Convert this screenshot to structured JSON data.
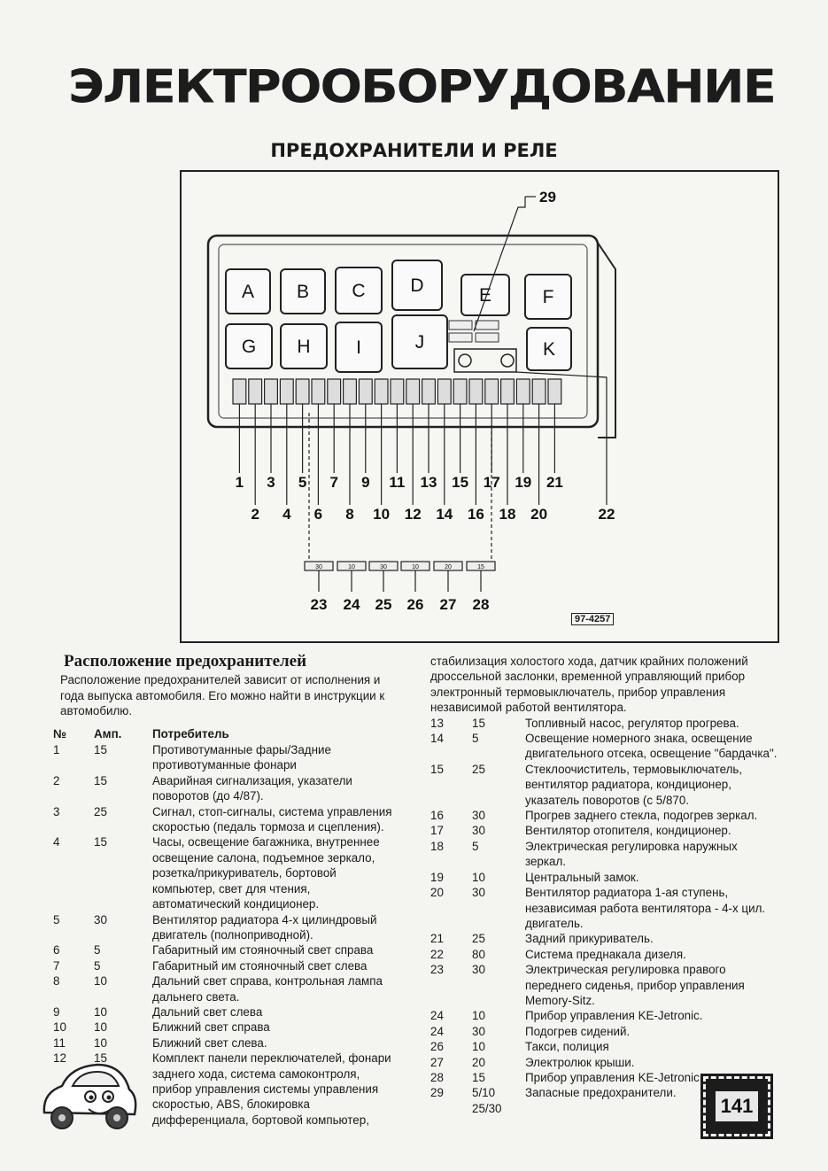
{
  "header": {
    "banner_title": "ЭЛЕКТРООБОРУДОВАНИЕ",
    "subtitle": "ПРЕДОХРАНИТЕЛИ И РЕЛЕ"
  },
  "figure": {
    "relay_letters": [
      "A",
      "B",
      "C",
      "D",
      "E",
      "F",
      "G",
      "H",
      "I",
      "J",
      "K"
    ],
    "callouts": [
      "1",
      "2",
      "3",
      "4",
      "5",
      "6",
      "7",
      "8",
      "9",
      "10",
      "11",
      "12",
      "13",
      "14",
      "15",
      "16",
      "17",
      "18",
      "19",
      "20",
      "21",
      "22",
      "23",
      "24",
      "25",
      "26",
      "27",
      "28",
      "29"
    ],
    "spare_fuse_labels": [
      "30",
      "10",
      "30",
      "10",
      "20",
      "15"
    ],
    "figure_code": "97-4257"
  },
  "section": {
    "title": "Расположение предохранителей",
    "intro": "Расположение предохранителей зависит от исполнения и года выпуска автомобиля. Его можно найти в инструкции к автомобилю.",
    "table_header": {
      "no": "№",
      "amp": "Амп.",
      "consumer": "Потребитель"
    }
  },
  "fuses_left": [
    {
      "no": "1",
      "amp": "15",
      "text": "Противотуманные фары/Задние противотуманные фонари"
    },
    {
      "no": "2",
      "amp": "15",
      "text": "Аварийная сигнализация, указатели поворотов (до 4/87)."
    },
    {
      "no": "3",
      "amp": "25",
      "text": "Сигнал, стоп-сигналы, система управления скоростью (педаль тормоза и сцепления)."
    },
    {
      "no": "4",
      "amp": "15",
      "text": "Часы, освещение багажника, внутреннее освещение салона, подъемное зеркало, розетка/прикуриватель, бортовой компьютер, свет для чтения, автоматический кондиционер."
    },
    {
      "no": "5",
      "amp": "30",
      "text": "Вентилятор радиатора 4-х цилиндровый двигатель (полноприводной)."
    },
    {
      "no": "6",
      "amp": "5",
      "text": "Габаритный им стояночный свет справа"
    },
    {
      "no": "7",
      "amp": "5",
      "text": "Габаритный им стояночный свет слева"
    },
    {
      "no": "8",
      "amp": "10",
      "text": "Дальний свет справа, контрольная лампа дальнего света."
    },
    {
      "no": "9",
      "amp": "10",
      "text": "Дальний свет слева"
    },
    {
      "no": "10",
      "amp": "10",
      "text": "Ближний свет справа"
    },
    {
      "no": "11",
      "amp": "10",
      "text": "Ближний свет слева."
    },
    {
      "no": "12",
      "amp": "15",
      "text": "Комплект панели переключателей, фонари заднего хода, система самоконтроля, прибор управления системы управления скоростью, ABS, блокировка дифференциала, бортовой компьютер,"
    }
  ],
  "fuses_right_continuation": "стабилизация холостого хода, датчик крайних положений дроссельной заслонки, временной управляющий прибор электронный термовыключатель, прибор управления независимой работой вентилятора.",
  "fuses_right": [
    {
      "no": "13",
      "amp": "15",
      "text": "Топливный насос, регулятор прогрева."
    },
    {
      "no": "14",
      "amp": "5",
      "text": "Освещение номерного знака, освещение двигательного отсека, освещение \"бардачка\"."
    },
    {
      "no": "15",
      "amp": "25",
      "text": "Стеклоочиститель, термовыключатель, вентилятор радиатора, кондиционер, указатель поворотов (с 5/870."
    },
    {
      "no": "16",
      "amp": "30",
      "text": "Прогрев заднего стекла, подогрев зеркал."
    },
    {
      "no": "17",
      "amp": "30",
      "text": "Вентилятор отопителя, кондиционер."
    },
    {
      "no": "18",
      "amp": "5",
      "text": "Электрическая регулировка наружных зеркал."
    },
    {
      "no": "19",
      "amp": "10",
      "text": "Центральный замок."
    },
    {
      "no": "20",
      "amp": "30",
      "text": "Вентилятор радиатора 1-ая ступень, независимая работа вентилятора - 4-х цил. двигатель."
    },
    {
      "no": "21",
      "amp": "25",
      "text": "Задний прикуриватель."
    },
    {
      "no": "22",
      "amp": "80",
      "text": "Система преднакала дизеля."
    },
    {
      "no": "23",
      "amp": "30",
      "text": "Электрическая регулировка правого переднего сиденья, прибор управления Memory-Sitz."
    },
    {
      "no": "24",
      "amp": "10",
      "text": "Прибор управления KE-Jetronic."
    },
    {
      "no": "24",
      "amp": "30",
      "text": "Подогрев сидений."
    },
    {
      "no": "26",
      "amp": "10",
      "text": "Такси, полиция"
    },
    {
      "no": "27",
      "amp": "20",
      "text": "Электролюк крыши."
    },
    {
      "no": "28",
      "amp": "15",
      "text": "Прибор управления KE-Jetronic."
    },
    {
      "no": "29",
      "amp": "5/10 25/30",
      "text": "Запасные предохранители."
    }
  ],
  "page_number": "141"
}
